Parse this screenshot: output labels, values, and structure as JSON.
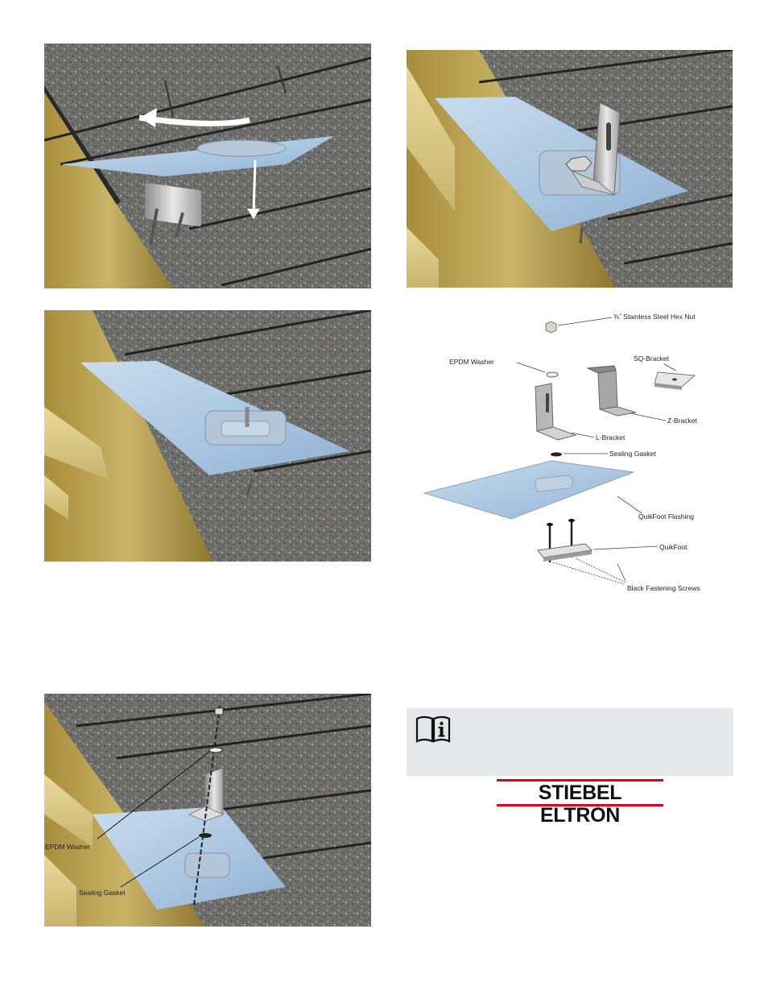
{
  "exploded_labels": {
    "hex_nut": "⅜˝ Stainless Steel Hex Nut",
    "epdm_washer": "EPDM Washer",
    "sq_bracket": "SQ-Bracket",
    "z_bracket": "Z-Bracket",
    "l_bracket": "L-Bracket",
    "sealing_gasket": "Sealing Gasket",
    "flashing": "QuikFoot Flashing",
    "quikfoot": "QuikFoot",
    "screws": "Black Fastening Screws"
  },
  "step4_labels": {
    "epdm_washer": "EPDM Washer",
    "sealing_gasket": "Sealing Gasket"
  },
  "info": {
    "icon": "manual-info-icon"
  },
  "brand": {
    "name": "STIEBEL ELTRON",
    "accent_color": "#e2001a"
  }
}
